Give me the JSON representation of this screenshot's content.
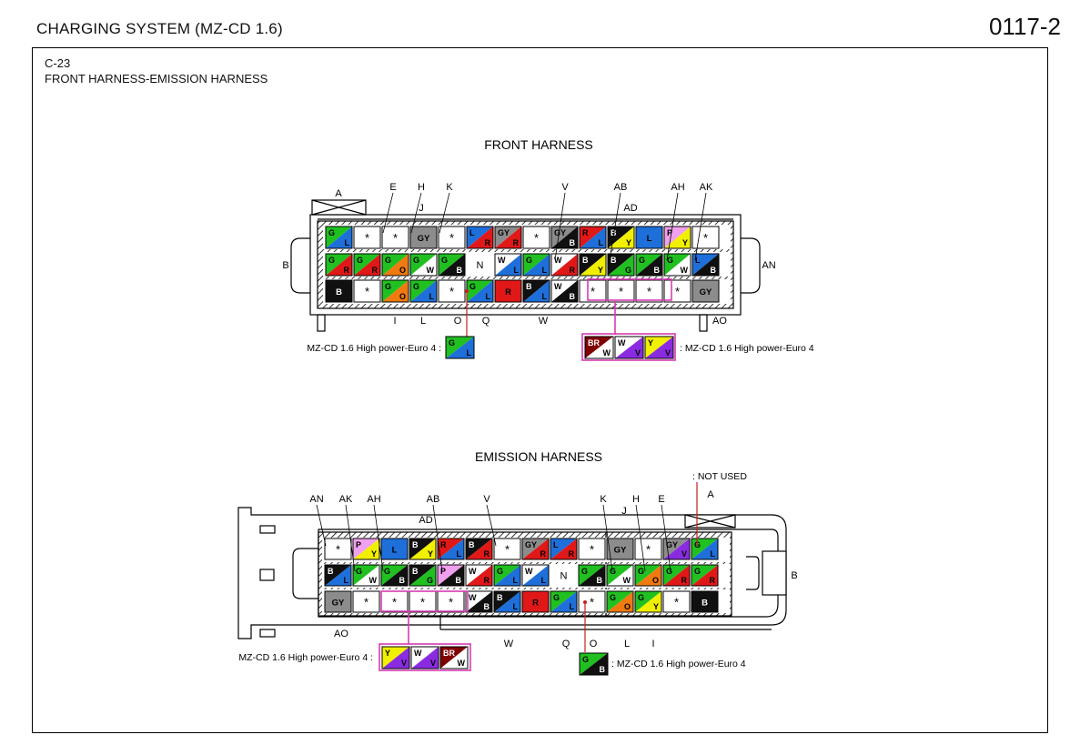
{
  "header": {
    "title": "CHARGING SYSTEM (MZ-CD 1.6)",
    "page_number": "0117-2"
  },
  "connector": {
    "code": "C-23",
    "name": "FRONT HARNESS-EMISSION HARNESS"
  },
  "colors": {
    "G": "#20c020",
    "L": "#1e6fd9",
    "R": "#e01818",
    "B": "#101010",
    "Y": "#f0f000",
    "W": "#ffffff",
    "GY": "#8c8c8c",
    "O": "#f07a10",
    "P": "#f0a0ee",
    "V": "#8a2be2",
    "BR": "#800000",
    "*": "#ffffff",
    "highlight": "#d63cb4",
    "leader": "#c81e1e"
  },
  "front": {
    "title": "FRONT HARNESS",
    "rows": [
      [
        "G/L",
        "*",
        "*",
        "GY",
        "*",
        "L/R",
        "GY/R",
        "*",
        "GY/B",
        "R/L",
        "B/Y",
        "L",
        "P/Y",
        "*"
      ],
      [
        "G/R",
        "G/R",
        "G/O",
        "G/W",
        "G/B",
        "N",
        "W/L",
        "G/L",
        "W/R",
        "B/Y",
        "B/G",
        "G/B",
        "G/W",
        "L/B"
      ],
      [
        "B",
        "*",
        "G/O",
        "G/L",
        "*",
        "G/L",
        "R",
        "B/L",
        "W/B",
        "*",
        "*",
        "*",
        "*",
        "GY"
      ]
    ],
    "pin_labels_top": [
      "A",
      "E",
      "H",
      "K",
      "J",
      "V",
      "AB",
      "AD",
      "AH",
      "AK"
    ],
    "pin_labels_side": [
      "B",
      "AN"
    ],
    "pin_labels_bottom": [
      "I",
      "L",
      "O",
      "Q",
      "W",
      "AO"
    ],
    "callout_left": {
      "text": "MZ-CD 1.6 High power-Euro 4 :",
      "wires": [
        "G/L"
      ]
    },
    "callout_right": {
      "text": ": MZ-CD 1.6 High power-Euro 4",
      "wires": [
        "BR/W",
        "W/V",
        "Y/V"
      ]
    }
  },
  "emission": {
    "title": "EMISSION HARNESS",
    "note": ": NOT USED",
    "rows": [
      [
        "*",
        "P/Y",
        "L",
        "B/Y",
        "R/L",
        "B/R",
        "*",
        "GY/R",
        "L/R",
        "*",
        "GY",
        "*",
        "GY/V",
        "G/L"
      ],
      [
        "B/L",
        "G/W",
        "G/B",
        "B/G",
        "P/B",
        "W/R",
        "G/L",
        "W/L",
        "N",
        "G/B",
        "G/W",
        "G/O",
        "G/R",
        "G/R"
      ],
      [
        "GY",
        "*",
        "*",
        "*",
        "*",
        "W/B",
        "B/L",
        "R",
        "G/L",
        "*",
        "G/O",
        "G/Y",
        "*",
        "B"
      ]
    ],
    "pin_labels_top": [
      "AN",
      "AK",
      "AH",
      "AB",
      "AD",
      "V",
      "K",
      "J",
      "H",
      "E",
      "A"
    ],
    "pin_labels_side": [
      "B"
    ],
    "pin_labels_bottom": [
      "AO",
      "W",
      "Q",
      "O",
      "L",
      "I"
    ],
    "callout_left": {
      "text": "MZ-CD 1.6 High power-Euro 4 :",
      "wires": [
        "Y/V",
        "W/V",
        "BR/W"
      ]
    },
    "callout_right": {
      "text": ": MZ-CD 1.6 High power-Euro 4",
      "wires": [
        "G/B"
      ]
    }
  }
}
